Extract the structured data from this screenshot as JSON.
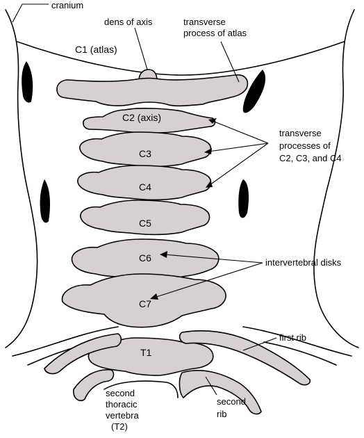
{
  "colors": {
    "bone": "#d6d0d4",
    "ink": "#000000",
    "background": "#ffffff"
  },
  "labels": {
    "cranium": "cranium",
    "dens_of_axis": "dens of axis",
    "transverse_process_of_atlas": [
      "transverse",
      "process of atlas"
    ],
    "transverse_processes_c2_c4": [
      "transverse",
      "processes of",
      "C2, C3, and C4"
    ],
    "intervertebral_disks": "intervertebral disks",
    "first_rib": "first rib",
    "second_rib": [
      "second",
      "rib"
    ],
    "second_thoracic_vertebra": [
      "second",
      "thoracic",
      "vertebra",
      "(T2)"
    ]
  },
  "vertebrae": {
    "c1": "C1 (atlas)",
    "c2": "C2 (axis)",
    "c3": "C3",
    "c4": "C4",
    "c5": "C5",
    "c6": "C6",
    "c7": "C7",
    "t1": "T1"
  }
}
